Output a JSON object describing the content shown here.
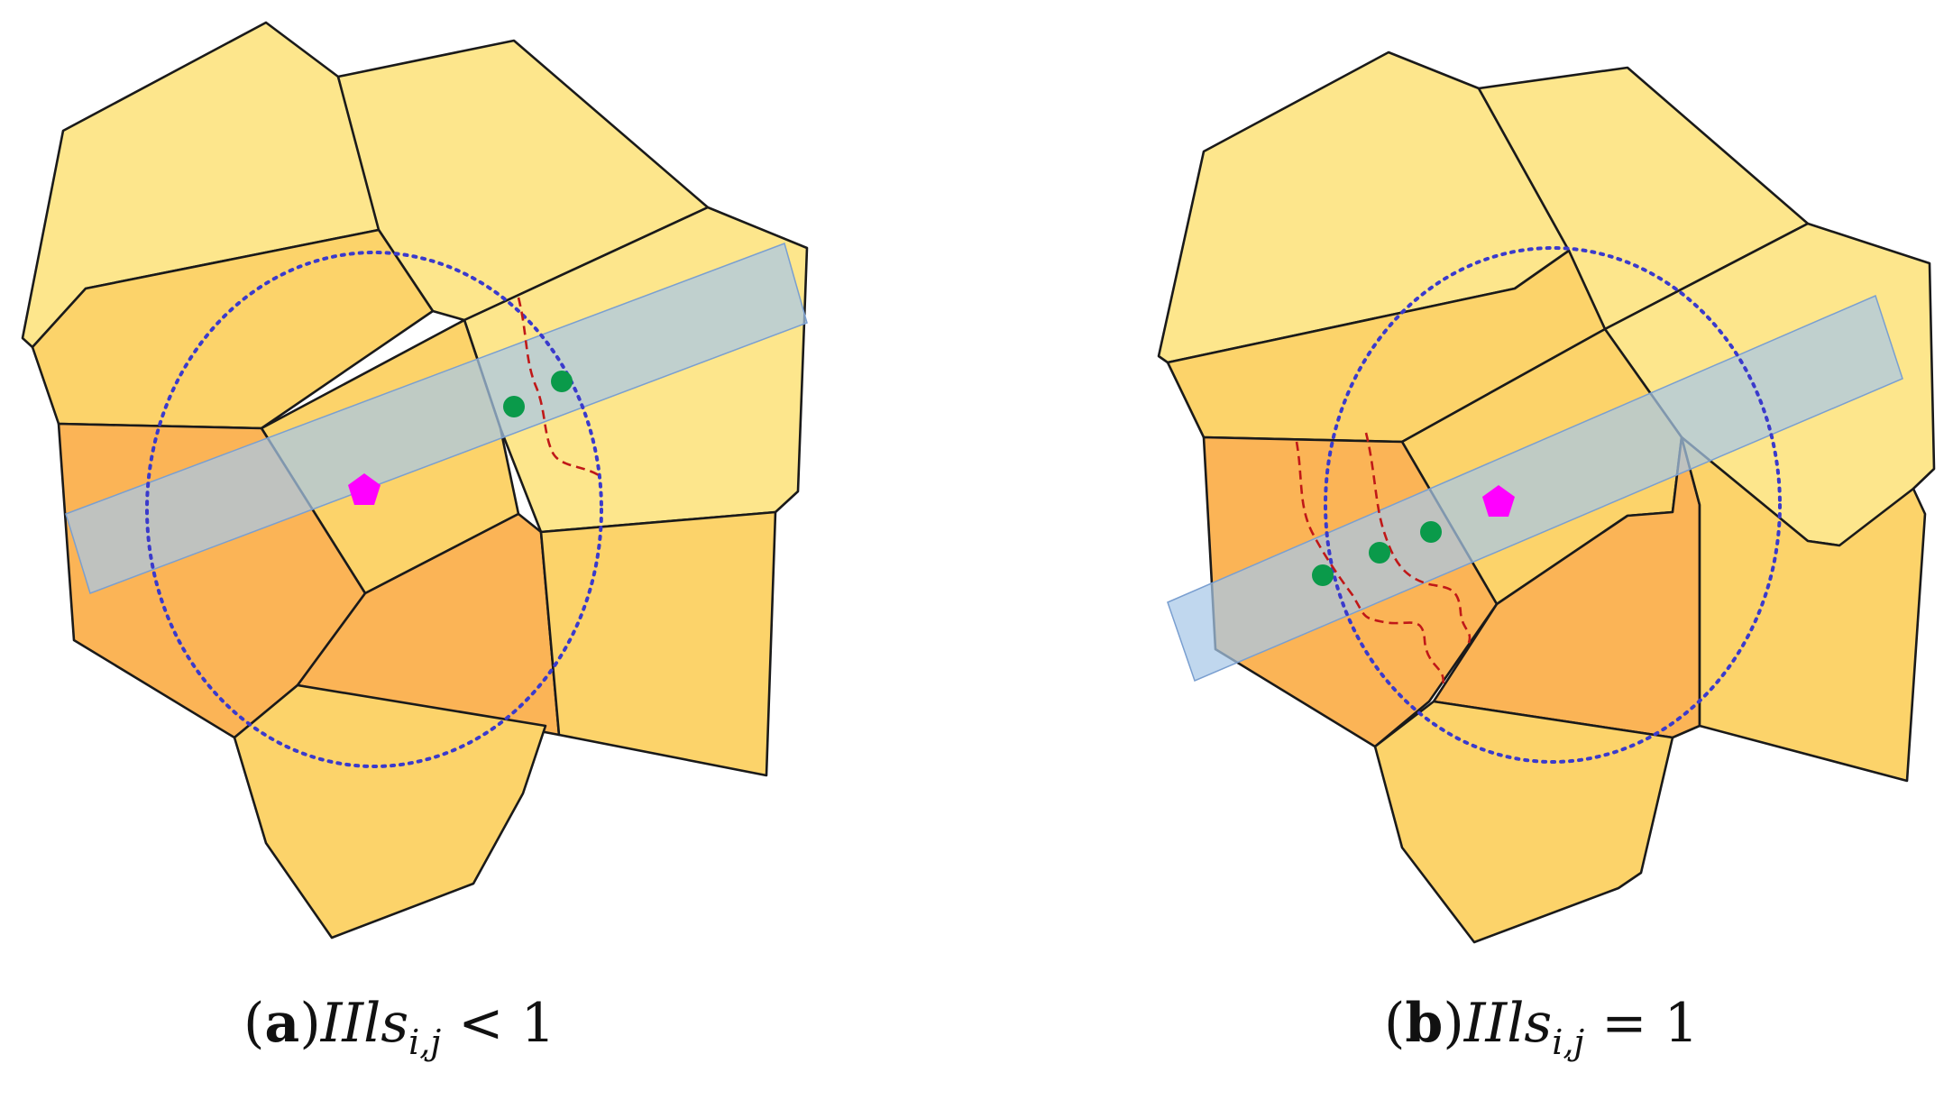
{
  "palette": {
    "light": "#fde68c",
    "mid": "#fcd36a",
    "dark": "#fbb456",
    "band": "#a8c8e8",
    "ring": "#3a3acc",
    "path": "#c01818",
    "dot": "#0a9a4a",
    "pentagon": "#ff00ff"
  },
  "panels": [
    {
      "id": "a",
      "caption": {
        "tag": "a",
        "expression": "IIls",
        "subscript": "i,j",
        "relation": "< 1"
      }
    },
    {
      "id": "b",
      "caption": {
        "tag": "b",
        "expression": "IIls",
        "subscript": "i,j",
        "relation": "= 1"
      }
    }
  ]
}
